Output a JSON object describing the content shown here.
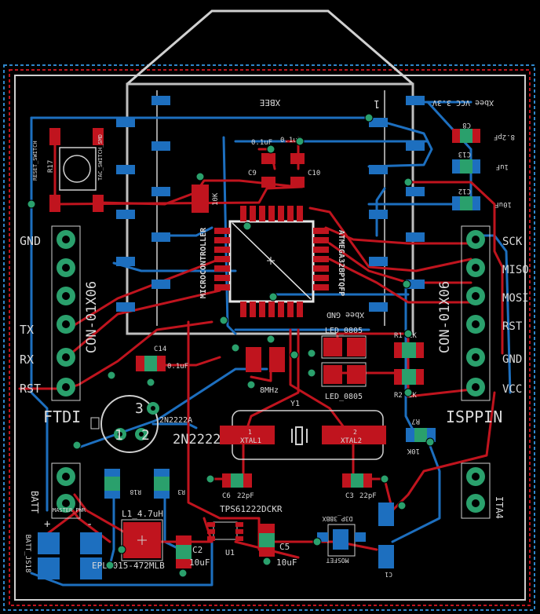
{
  "colors": {
    "background": "#000000",
    "top_copper": "#c0141e",
    "bottom_copper": "#1d6fbf",
    "silkscreen": "#d0d0d0",
    "pad_ring": "#2aa06c",
    "via": "#2aa06c",
    "outline_red": "#c0141e",
    "outline_blue": "#2f86c9"
  },
  "xbee": {
    "label_top": "XBEE",
    "pin1": "1",
    "vcc_label": "Xbee VCC 3.3V",
    "gnd_label": "Xbee GND"
  },
  "mcu": {
    "label_left": "MICROCONTROLLER",
    "label_right": "ATMEGA32BPTQFP"
  },
  "ftdi": {
    "name": "FTDI",
    "part": "CON-01X06",
    "pins": [
      "GND",
      "",
      "",
      "TX",
      "RX",
      "RST"
    ]
  },
  "isppin": {
    "name": "ISPPIN",
    "part": "CON-01X06",
    "pins": [
      "SCK",
      "MISO",
      "MOSI",
      "RST",
      "GND",
      "VCC"
    ]
  },
  "reset": {
    "ref": "R17",
    "switch": "RESET_SWITCH",
    "tac": "TAC_SWITCH_SMD"
  },
  "caps": {
    "c8": "C8",
    "c13": "C13",
    "c12": "C12",
    "c8_val": "8.2pF",
    "c13_val": "1uF",
    "c12_val": "10uF",
    "c9": "C9",
    "c10": "C10",
    "c9_val": "0.1uF",
    "c10_val": "0.1uF",
    "c14": "C14",
    "c14_val": "0.1uF",
    "c6": "C6",
    "c6_val": "22pF",
    "c3": "C3",
    "c3_val": "22pF",
    "c2": "C2",
    "c2_val": "10uF",
    "c5": "C5",
    "c5_val": "10uF",
    "r10": "10K",
    "c1": "C1"
  },
  "leds": {
    "led1": "LED_0805",
    "led2": "LED_0805",
    "r1": "R1",
    "r2": "R2",
    "r1_val": "1K",
    "r2_val": "1K"
  },
  "crystal": {
    "ref": "Y1",
    "freq": "8MHz",
    "pin1": "XTAL1",
    "pin2": "XTAL2",
    "n1": "1",
    "n2": "2"
  },
  "transistor": {
    "ref": "2N2222A",
    "silk": "2N2222A",
    "p1": "1",
    "p2": "2",
    "p3": "3"
  },
  "power": {
    "reg": "TPS61222DCKR",
    "reg_ref": "U1",
    "inductor": "L1_4.7uH",
    "inductor_part": "EPL2015-472MLB",
    "switch": "MASTER_PWR",
    "batt": "BATT",
    "batt_label": "BATT_JS18",
    "r18": "R18",
    "r3": "R3",
    "r7": "R7",
    "r7_val": "10K",
    "diode": "D3P_3BBX",
    "mosfet": "MOSFET",
    "plus": "+",
    "minus": "-"
  },
  "header2": {
    "name": "ITA4"
  }
}
